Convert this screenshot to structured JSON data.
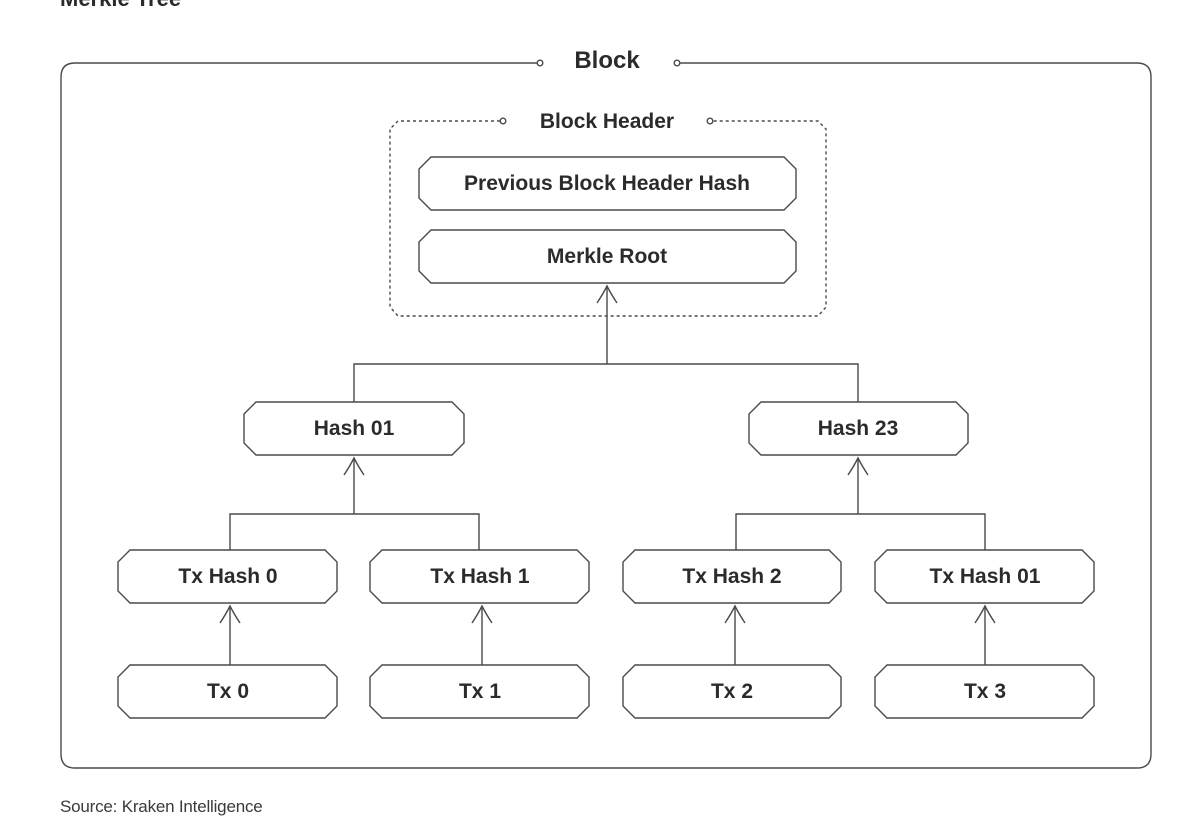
{
  "page": {
    "title": "Merkle Tree",
    "source": "Source: Kraken Intelligence"
  },
  "block": {
    "label": "Block"
  },
  "block_header": {
    "label": "Block Header",
    "previous_hash": "Previous Block Header Hash",
    "merkle_root": "Merkle Root"
  },
  "hashes": {
    "hash01": "Hash 01",
    "hash23": "Hash 23"
  },
  "tx_hashes": [
    "Tx Hash 0",
    "Tx Hash 1",
    "Tx Hash 2",
    "Tx Hash 01"
  ],
  "transactions": [
    "Tx 0",
    "Tx 1",
    "Tx 2",
    "Tx 3"
  ],
  "colors": {
    "line": "#4a4a4a",
    "text": "#2b2b2b",
    "background": "#ffffff"
  }
}
